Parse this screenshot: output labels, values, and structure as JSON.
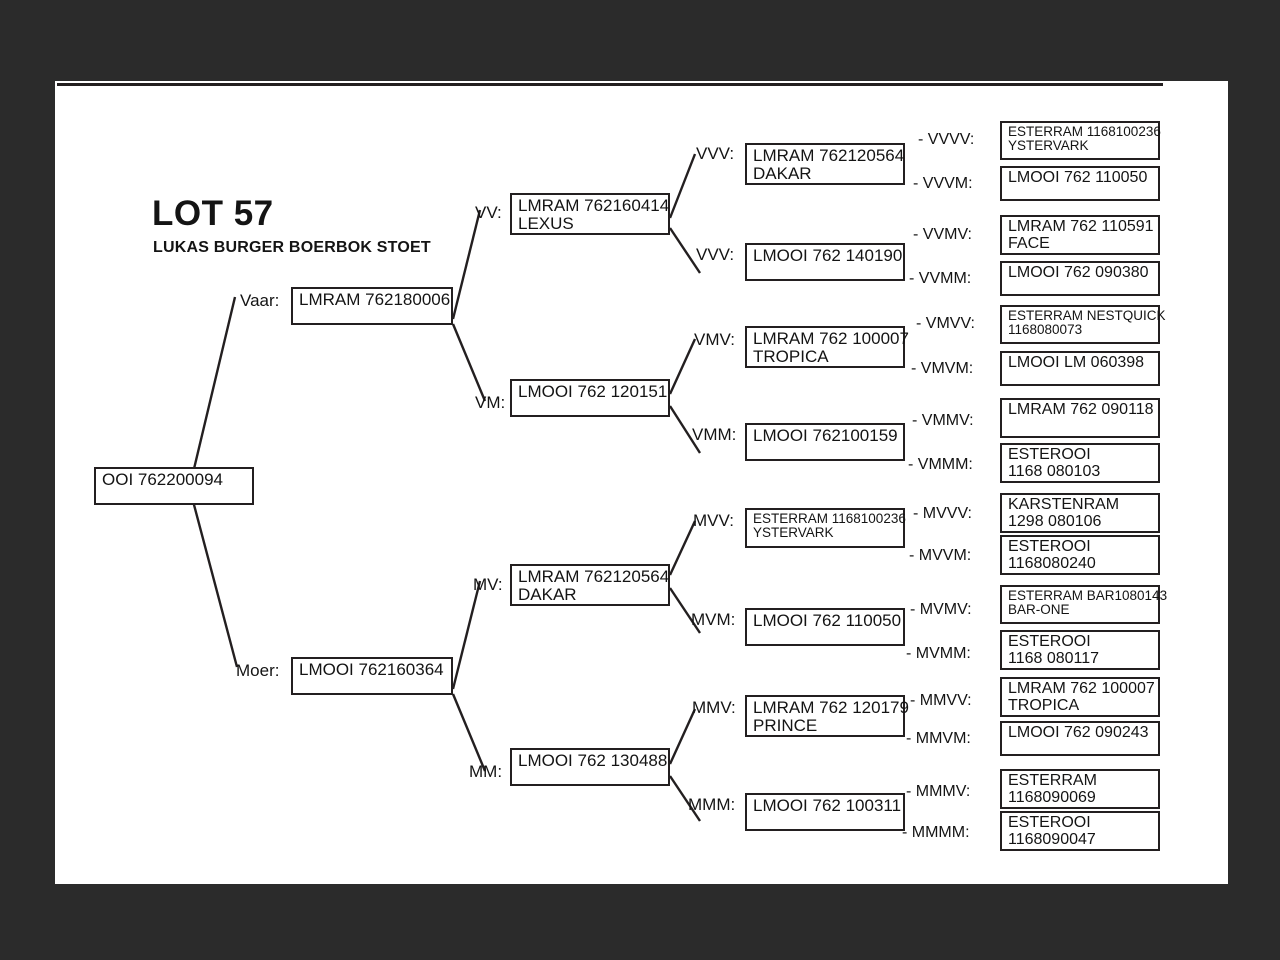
{
  "header": {
    "lot_title": "LOT 57",
    "stud_name": "LUKAS BURGER BOERBOK STOET"
  },
  "colors": {
    "background": "#2b2b2b",
    "page": "#ffffff",
    "ink": "#231f20",
    "text": "#141414"
  },
  "labels": {
    "vaar": "Vaar:",
    "moer": "Moer:",
    "vv": "VV:",
    "vm": "VM:",
    "mv": "MV:",
    "mm": "MM:",
    "vvv": "VVV:",
    "vvm": "VVV:",
    "vmv": "VMV:",
    "vmm": "VMM:",
    "mvv": "MVV:",
    "mvm": "MVM:",
    "mmv": "MMV:",
    "mmm": "MMM:",
    "vvvv": "- VVVV:",
    "vvvm": "- VVVM:",
    "vvmv": "- VVMV:",
    "vvmm": "- VVMM:",
    "vmvv": "- VMVV:",
    "vmvm": "- VMVM:",
    "vmmv": "- VMMV:",
    "vmmm": "- VMMM:",
    "mvvv": "- MVVV:",
    "mvvm": "- MVVM:",
    "mvmv": "- MVMV:",
    "mvmm": "- MVMM:",
    "mmvv": "- MMVV:",
    "mmvm": "- MMVM:",
    "mmmv": "- MMMV:",
    "mmmm": "- MMMM:"
  },
  "animals": {
    "root": {
      "line1": "OOI 762200094",
      "line2": ""
    },
    "v": {
      "line1": "LMRAM 762180006",
      "line2": ""
    },
    "m": {
      "line1": "LMOOI 762160364",
      "line2": ""
    },
    "vv": {
      "line1": "LMRAM 762160414",
      "line2": "LEXUS"
    },
    "vm": {
      "line1": "LMOOI 762 120151",
      "line2": ""
    },
    "mv": {
      "line1": "LMRAM 762120564",
      "line2": "DAKAR"
    },
    "mm": {
      "line1": "LMOOI 762 130488",
      "line2": ""
    },
    "vvv": {
      "line1": "LMRAM 762120564",
      "line2": "DAKAR"
    },
    "vvm": {
      "line1": "LMOOI 762 140190",
      "line2": ""
    },
    "vmv": {
      "line1": "LMRAM 762 100007",
      "line2": "TROPICA"
    },
    "vmm": {
      "line1": "LMOOI 762100159",
      "line2": ""
    },
    "mvv": {
      "line1": "ESTERRAM 1168100236",
      "line2": "YSTERVARK"
    },
    "mvm": {
      "line1": "LMOOI 762 110050",
      "line2": ""
    },
    "mmv": {
      "line1": "LMRAM 762 120179",
      "line2": "PRINCE"
    },
    "mmm": {
      "line1": "LMOOI 762 100311",
      "line2": ""
    },
    "vvvv": {
      "line1": "ESTERRAM 1168100236",
      "line2": "YSTERVARK"
    },
    "vvvm": {
      "line1": "LMOOI 762 110050",
      "line2": ""
    },
    "vvmv": {
      "line1": "LMRAM 762 110591",
      "line2": "FACE"
    },
    "vvmm": {
      "line1": "LMOOI 762 090380",
      "line2": ""
    },
    "vmvv": {
      "line1": "ESTERRAM NESTQUICK",
      "line2": "1168080073"
    },
    "vmvm": {
      "line1": "LMOOI LM 060398",
      "line2": ""
    },
    "vmmv": {
      "line1": "LMRAM 762 090118",
      "line2": ""
    },
    "vmmm": {
      "line1": "ESTEROOI",
      "line2": "1168 080103"
    },
    "mvvv": {
      "line1": "KARSTENRAM",
      "line2": "1298 080106"
    },
    "mvvm": {
      "line1": "ESTEROOI",
      "line2": "1168080240"
    },
    "mvmv": {
      "line1": "ESTERRAM BAR1080143",
      "line2": "BAR-ONE"
    },
    "mvmm": {
      "line1": "ESTEROOI",
      "line2": "1168 080117"
    },
    "mmvv": {
      "line1": "LMRAM 762 100007",
      "line2": "TROPICA"
    },
    "mmvm": {
      "line1": "LMOOI 762 090243",
      "line2": ""
    },
    "mmmv": {
      "line1": "ESTERRAM",
      "line2": "1168090069"
    },
    "mmmm": {
      "line1": "ESTEROOI",
      "line2": "1168090047"
    }
  }
}
